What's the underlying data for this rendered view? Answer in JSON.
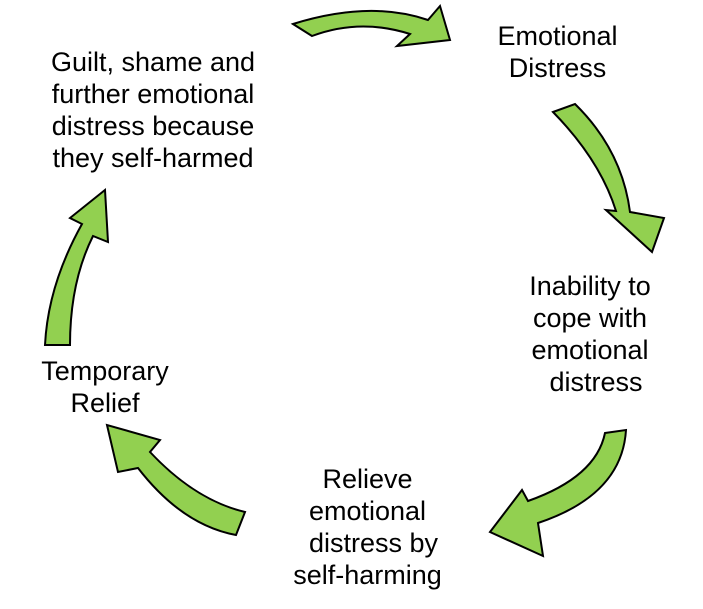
{
  "arrow_color": "#92d050",
  "nodes": [
    {
      "lines": [
        "Emotional",
        "Distress"
      ]
    },
    {
      "lines": [
        "Inability to",
        "cope with",
        "emotional",
        "distress"
      ]
    },
    {
      "lines": [
        "Relieve",
        "emotional",
        "distress by",
        "self-harming"
      ]
    },
    {
      "lines": [
        "Temporary",
        "Relief"
      ]
    },
    {
      "lines": [
        "Guilt, shame and",
        "further emotional",
        "distress because",
        "they self-harmed"
      ]
    }
  ]
}
